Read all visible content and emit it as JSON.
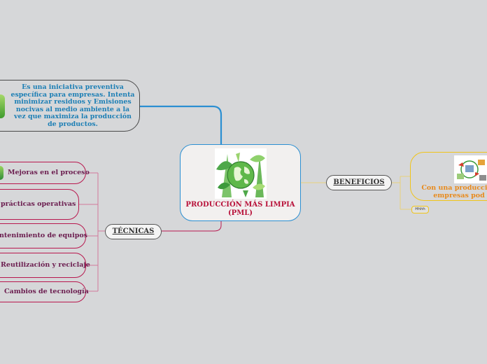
{
  "central": {
    "title": "PRODUCCIÓN MÁS LIMPIA (PML)",
    "image": "green-globe-illustration"
  },
  "definition": {
    "text": "Es una iniciativa preventiva específica para empresas. Intenta minimizar residuos y Emisiones nocivas al medio ambiente a la vez que maximiza la producción de productos.",
    "image": "green-leaf-thumbnail"
  },
  "tecnicas": {
    "label": "TÉCNICAS",
    "items": [
      {
        "label": "Mejoras en el proceso"
      },
      {
        "label": "prácticas operativas"
      },
      {
        "label": "ntenimiento de equipos"
      },
      {
        "label": "Reutilización y reciclaje"
      },
      {
        "label": "Cambios de tecnología"
      }
    ]
  },
  "beneficios": {
    "label": "BENEFICIOS",
    "main_text": "Con una producción empresas pod",
    "image": "production-cycle-diagram",
    "sub_label": "Hhhh"
  },
  "colors": {
    "background": "#d6d7d9",
    "central_border": "#2b8fd2",
    "title_red": "#b8123a",
    "tecnicas_border": "#b8174e",
    "tecnicas_text": "#6b1d4f",
    "definition_text": "#1d7fb5",
    "beneficios_border": "#f0c419",
    "beneficios_text": "#e88a1c"
  }
}
